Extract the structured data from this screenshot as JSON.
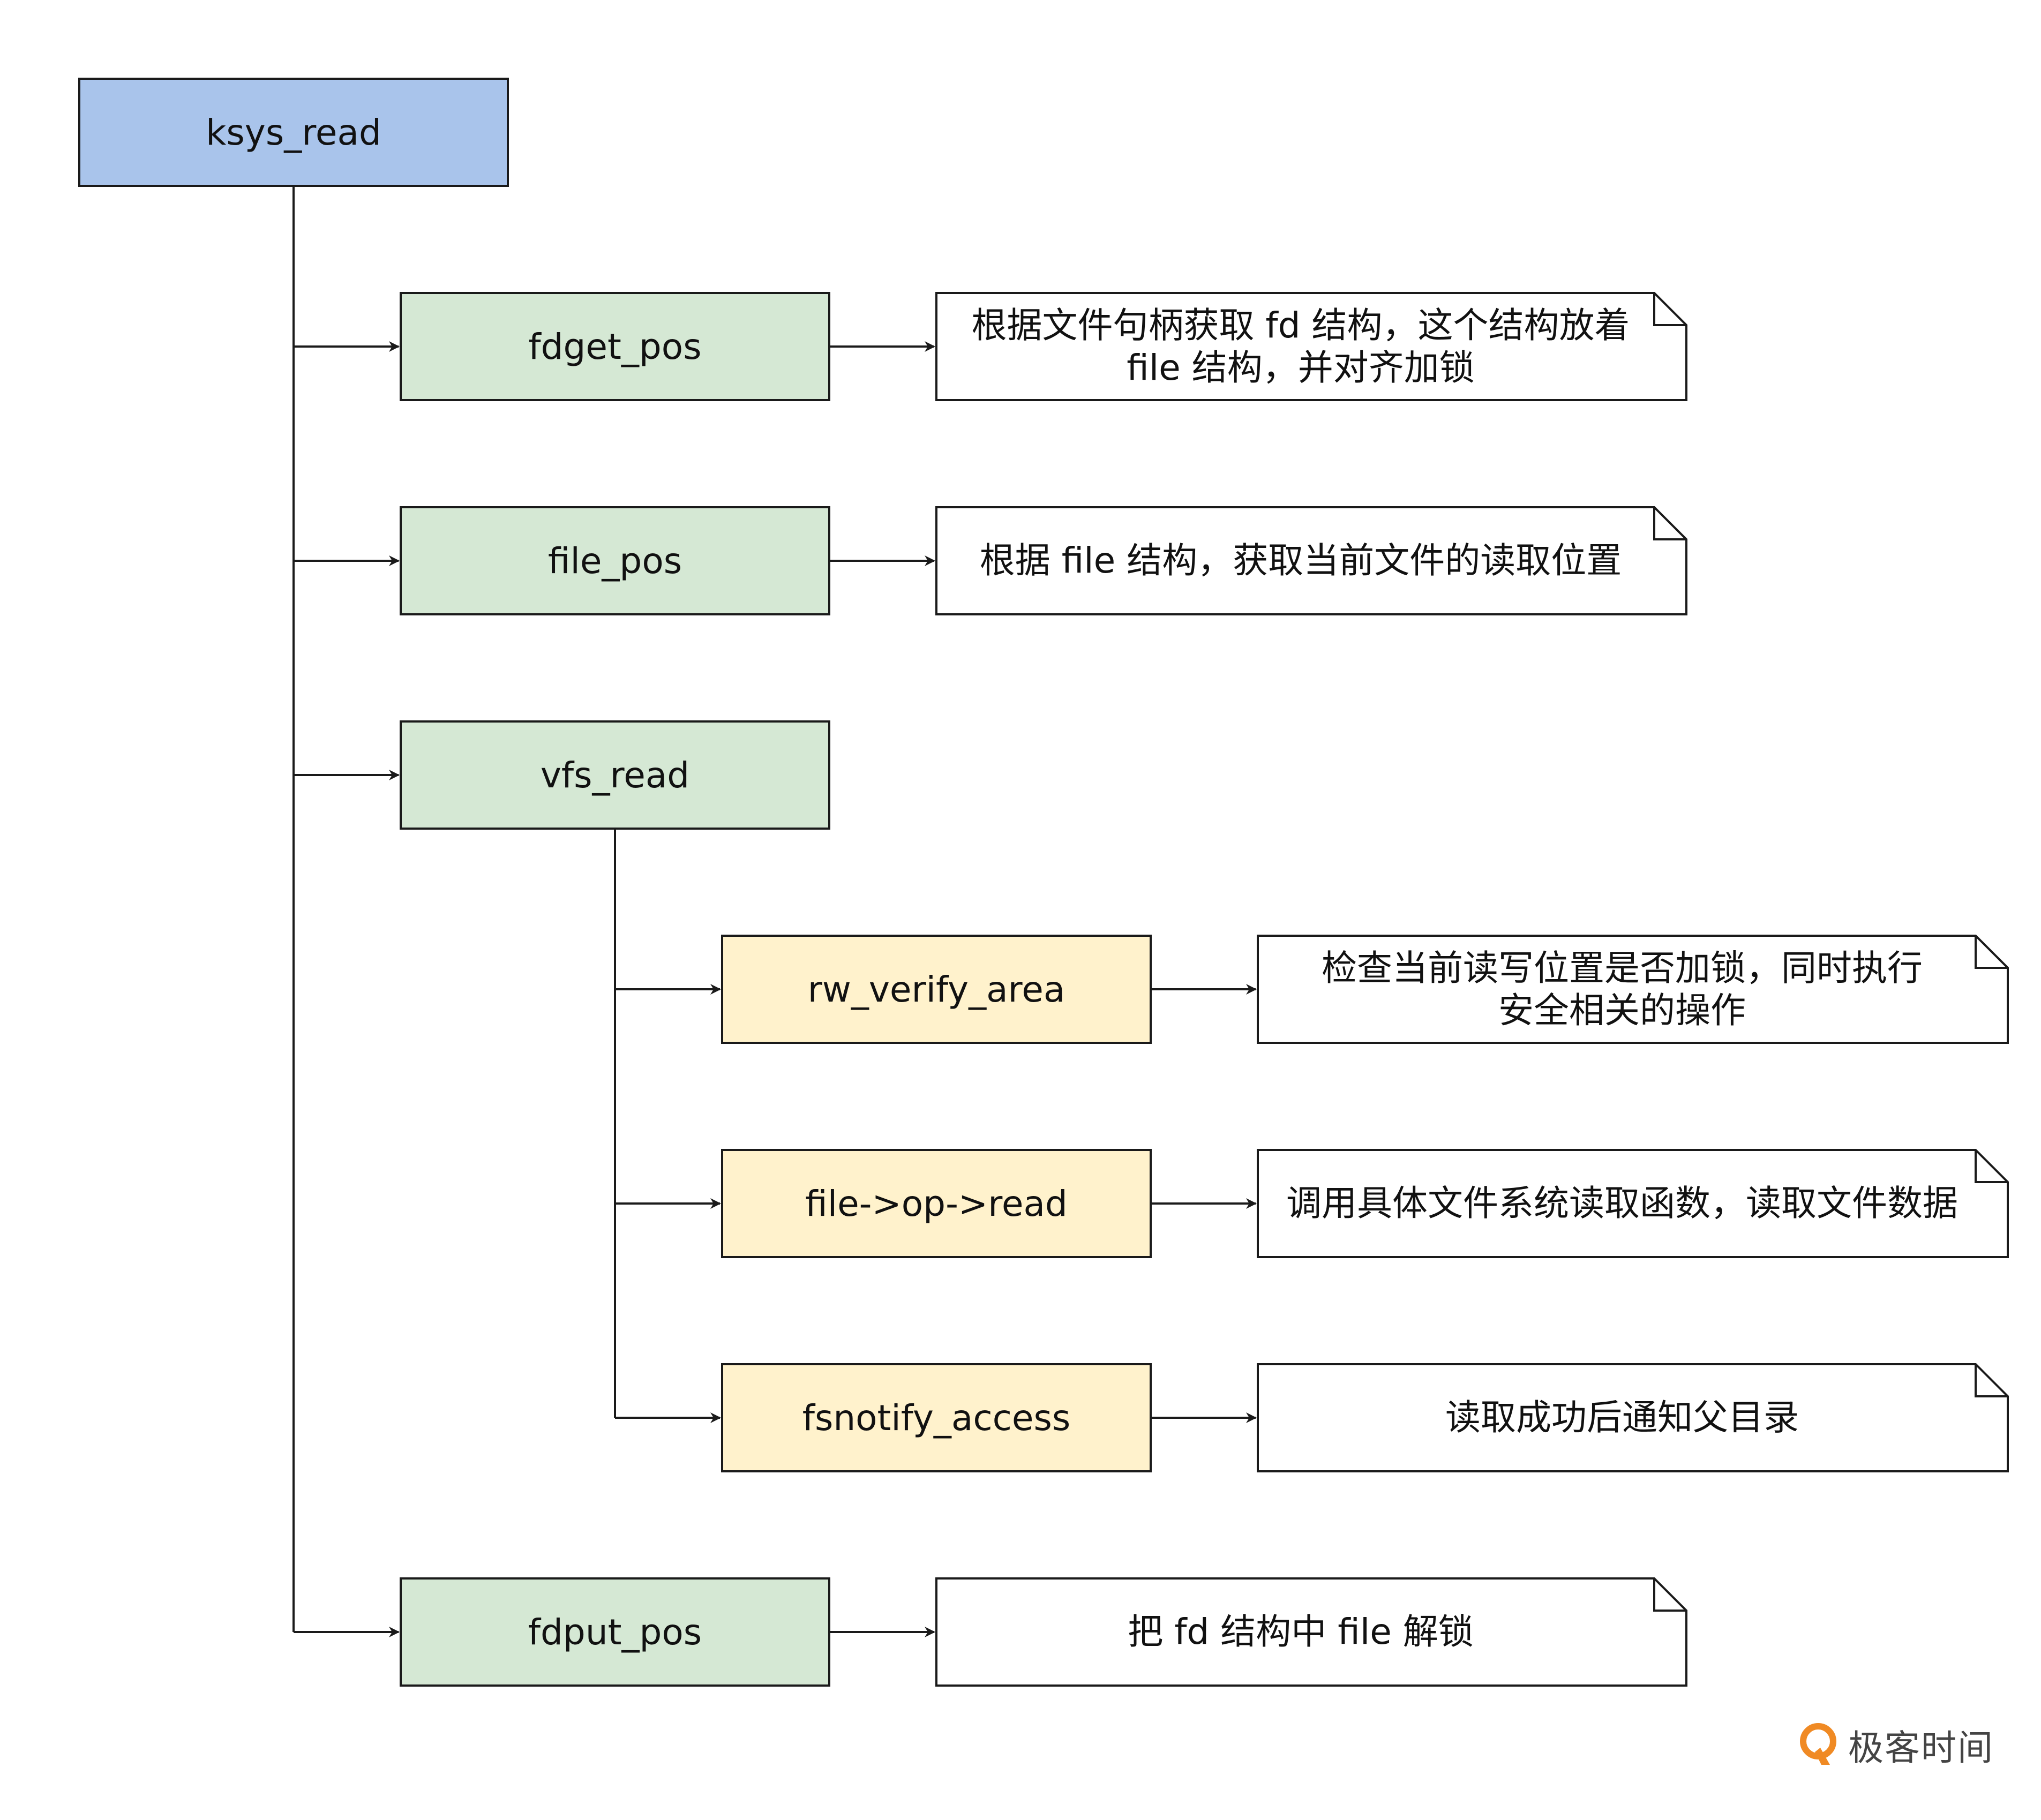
{
  "colors": {
    "root_fill": "#a9c4eb",
    "level1_fill": "#d5e8d4",
    "level2_fill": "#fff2cc",
    "line": "#1a1a1a",
    "brand_orange": "#f08a24"
  },
  "nodes": {
    "ksys_read": "ksys_read",
    "fdget_pos": "fdget_pos",
    "file_pos": "file_pos",
    "vfs_read": "vfs_read",
    "rw_verify_area": "rw_verify_area",
    "file_op_read": "file->op->read",
    "fsnotify_access": "fsnotify_access",
    "fdput_pos": "fdput_pos"
  },
  "notes": {
    "fdget_pos": [
      "根据文件句柄获取 fd 结构，这个结构放着",
      "file 结构，并对齐加锁"
    ],
    "file_pos": [
      "根据 file 结构，获取当前文件的读取位置"
    ],
    "rw_verify_area": [
      "检查当前读写位置是否加锁，同时执行",
      "安全相关的操作"
    ],
    "file_op_read": [
      "调用具体文件系统读取函数，读取文件数据"
    ],
    "fsnotify_access": [
      "读取成功后通知父目录"
    ],
    "fdput_pos": [
      "把 fd 结构中 file 解锁"
    ]
  },
  "brand": {
    "logo_icon": "geektime-logo-icon",
    "text": "极客时间"
  }
}
